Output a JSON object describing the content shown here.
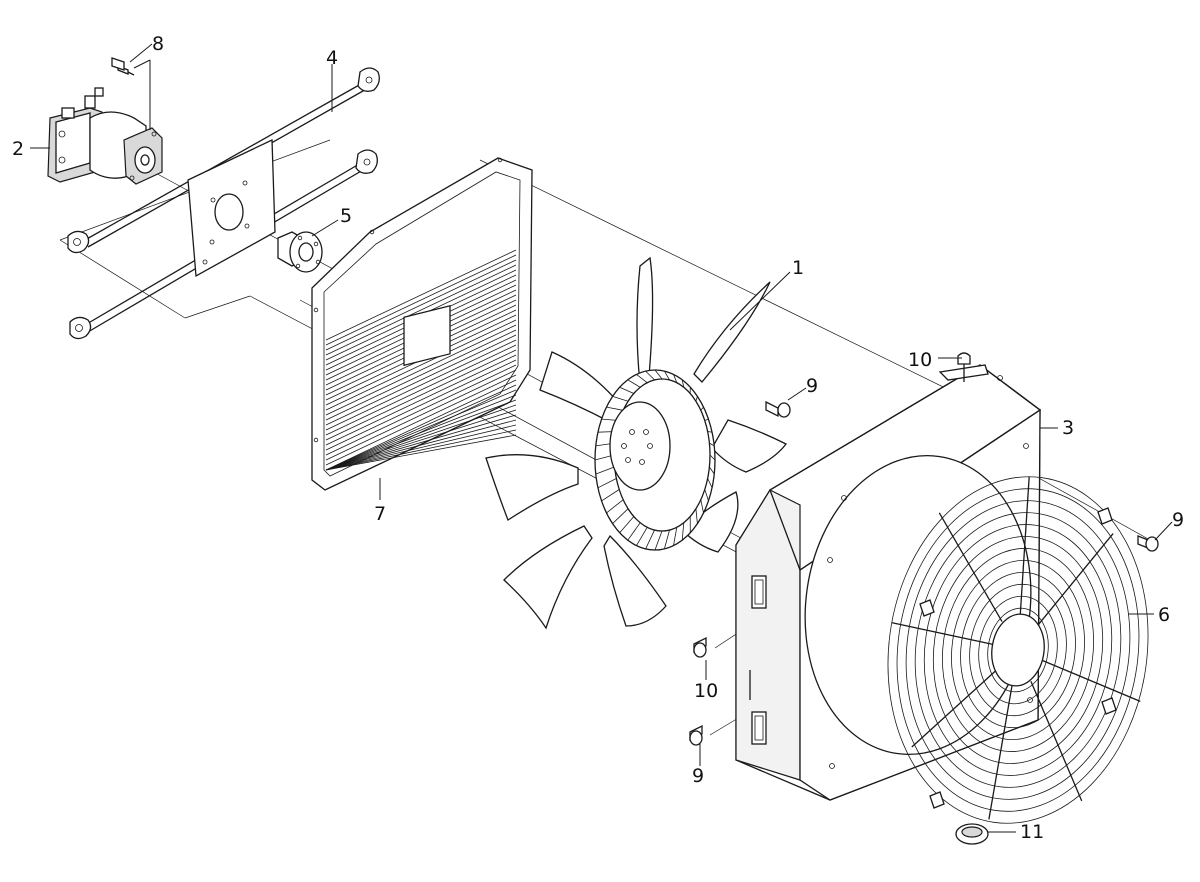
{
  "callouts": [
    {
      "id": "c8",
      "text": "8"
    },
    {
      "id": "c4",
      "text": "4"
    },
    {
      "id": "c2",
      "text": "2"
    },
    {
      "id": "c5",
      "text": "5"
    },
    {
      "id": "c1",
      "text": "1"
    },
    {
      "id": "c10a",
      "text": "10"
    },
    {
      "id": "c9a",
      "text": "9"
    },
    {
      "id": "c3",
      "text": "3"
    },
    {
      "id": "c7",
      "text": "7"
    },
    {
      "id": "c9b",
      "text": "9"
    },
    {
      "id": "c6",
      "text": "6"
    },
    {
      "id": "c10b",
      "text": "10"
    },
    {
      "id": "c9c",
      "text": "9"
    },
    {
      "id": "c11",
      "text": "11"
    }
  ],
  "colors": {
    "line": "#1a1a1a",
    "background": "#ffffff"
  }
}
